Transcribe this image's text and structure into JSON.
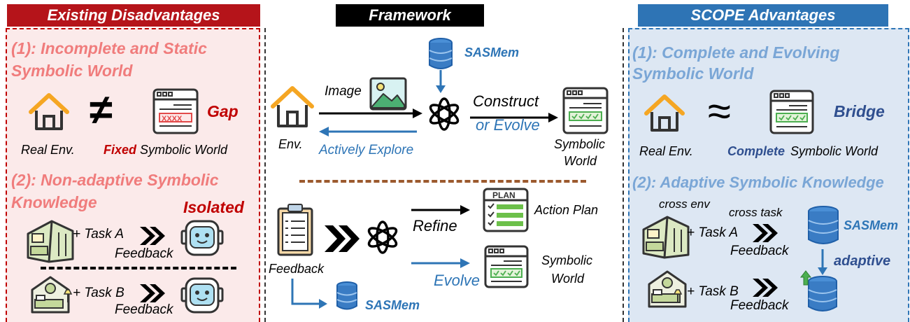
{
  "left": {
    "header": "Existing Disadvantages",
    "p1_line1": "(1): Incomplete and Static",
    "p1_line2": "Symbolic World",
    "neq": "≠",
    "gap": "Gap",
    "real_env": "Real Env.",
    "fixed": "Fixed",
    "symbolic_world": "Symbolic World",
    "p2_line1": "(2): Non-adaptive Symbolic",
    "p2_line2": "Knowledge",
    "isolated": "Isolated",
    "task_a": "+ Task A",
    "task_b": "+ Task B",
    "feedback": "Feedback",
    "xxxx": "XXXX"
  },
  "middle": {
    "header": "Framework",
    "sasmem": "SASMem",
    "image": "Image",
    "construct": "Construct",
    "or_evolve": "or Evolve",
    "env": "Env.",
    "actively_explore": "Actively Explore",
    "symbolic": "Symbolic",
    "world": "World",
    "refine": "Refine",
    "action_plan": "Action Plan",
    "plan": "PLAN",
    "feedback": "Feedback",
    "evolve": "Evolve",
    "symbolic2": "Symbolic",
    "world2": "World",
    "sasmem2": "SASMem"
  },
  "right": {
    "header": "SCOPE Advantages",
    "p1_line1": "(1): Complete and Evolving",
    "p1_line2": "Symbolic World",
    "approx": "≈",
    "bridge": "Bridge",
    "real_env": "Real Env.",
    "complete": "Complete",
    "symbolic_world": "Symbolic World",
    "p2": "(2): Adaptive Symbolic Knowledge",
    "cross_env": "cross env",
    "cross_task": "cross task",
    "task_a": "+ Task A",
    "task_b": "+ Task B",
    "feedback": "Feedback",
    "sasmem": "SASMem",
    "adaptive": "adaptive"
  },
  "colors": {
    "red_header": "#b5141a",
    "black_header": "#000000",
    "blue_header": "#2e74b5",
    "left_bg": "#fbeaea",
    "right_bg": "#dde7f3",
    "red_text": "#f07c7c",
    "dark_red": "#c00000",
    "blue_text": "#2e75b6",
    "light_blue_text": "#7aa6d6",
    "navy": "#2f4f8f"
  }
}
